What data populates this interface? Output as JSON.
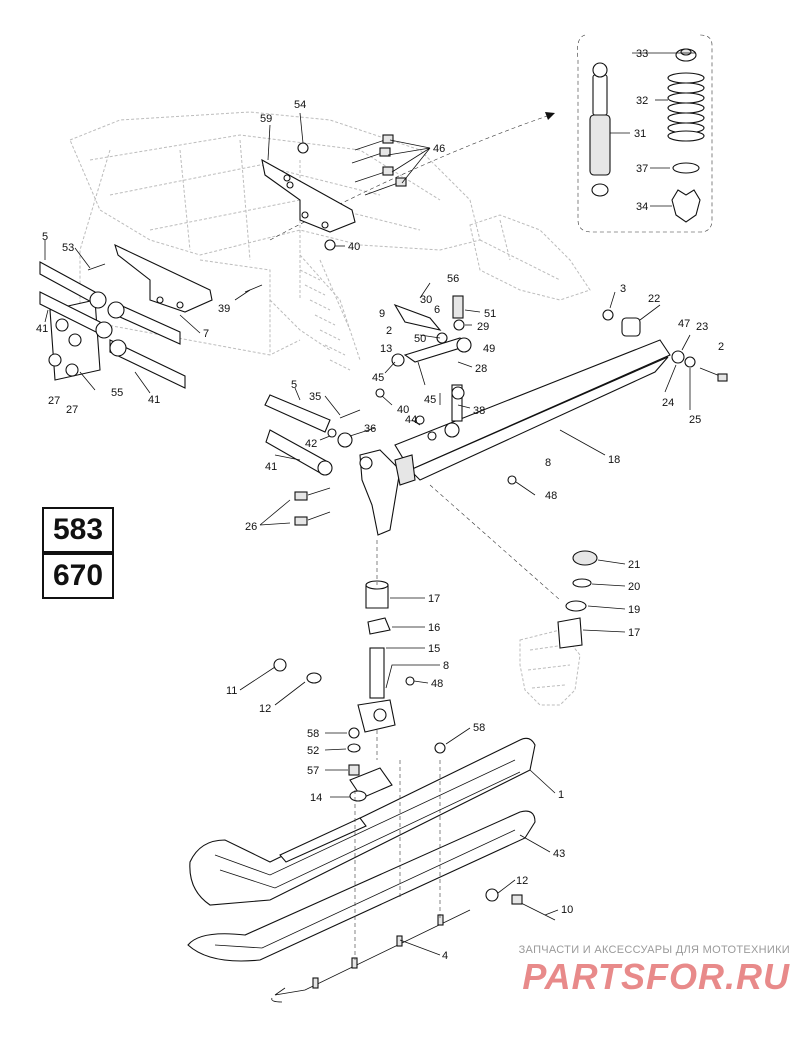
{
  "models": [
    "583",
    "670"
  ],
  "watermark": {
    "caption": "ЗАПЧАСТИ И АКСЕССУАРЫ ДЛЯ МОТОТЕХНИКИ",
    "logo": "PARTSFOR.RU"
  },
  "callouts": [
    "54",
    "59",
    "46",
    "40",
    "5",
    "53",
    "39",
    "7",
    "41",
    "27",
    "27",
    "55",
    "41",
    "56",
    "30",
    "6",
    "51",
    "9",
    "29",
    "2",
    "50",
    "49",
    "13",
    "28",
    "3",
    "22",
    "47",
    "23",
    "2",
    "24",
    "25",
    "45",
    "40",
    "45",
    "38",
    "5",
    "35",
    "42",
    "44",
    "36",
    "41",
    "18",
    "8",
    "48",
    "26",
    "33",
    "32",
    "31",
    "37",
    "34",
    "21",
    "20",
    "19",
    "17",
    "17",
    "16",
    "15",
    "8",
    "48",
    "11",
    "12",
    "58",
    "52",
    "57",
    "14",
    "58",
    "1",
    "43",
    "12",
    "10",
    "4"
  ]
}
